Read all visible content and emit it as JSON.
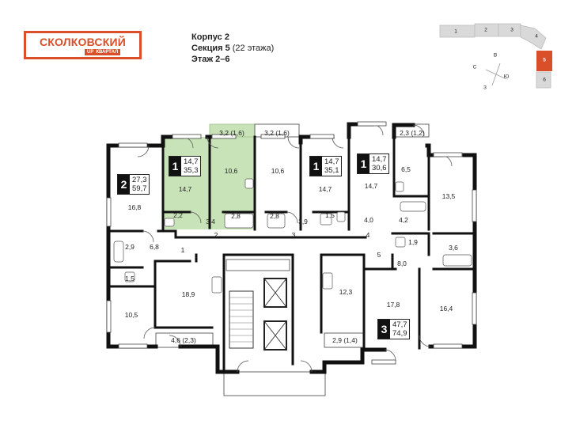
{
  "logo": {
    "brand": "СКОЛКОВСКИЙ",
    "up": "UP",
    "sub": "КВАРТАЛ"
  },
  "info": {
    "building": "Корпус 2",
    "section_label": "Секция 5",
    "floors_total": "(22 этажа)",
    "floor": "Этаж 2–6"
  },
  "apartments": [
    {
      "rooms": "2",
      "living": "27,3",
      "total": "59,7"
    },
    {
      "rooms": "1",
      "living": "14,7",
      "total": "35,3"
    },
    {
      "rooms": "1",
      "living": "14,7",
      "total": "35,1"
    },
    {
      "rooms": "1",
      "living": "14,7",
      "total": "30,6"
    },
    {
      "rooms": "3",
      "living": "47,7",
      "total": "74,9"
    }
  ],
  "highlight_color": "#c9e3b8",
  "accent_color": "#d84f2a",
  "room_labels": [
    "16,8",
    "14,7",
    "2,2",
    "3,4",
    "10,6",
    "2,8",
    "3,2 (1,6)",
    "3,2 (1,6)",
    "10,6",
    "2,8",
    "3,9",
    "14,7",
    "1,5",
    "2,3 (1,2)",
    "14,7",
    "4,0",
    "6,5",
    "4,2",
    "13,5",
    "2,9",
    "6,8",
    "1",
    "2",
    "3",
    "4",
    "1,9",
    "5",
    "3,6",
    "1,5",
    "8,0",
    "10,5",
    "18,9",
    "12,3",
    "17,8",
    "16,4",
    "4,6 (2,3)",
    "2,9 (1,4)"
  ],
  "keymap": {
    "sections": [
      "1",
      "2",
      "3",
      "4",
      "5",
      "6"
    ],
    "current": "5",
    "compass": [
      "С",
      "В",
      "Ю",
      "З"
    ]
  }
}
